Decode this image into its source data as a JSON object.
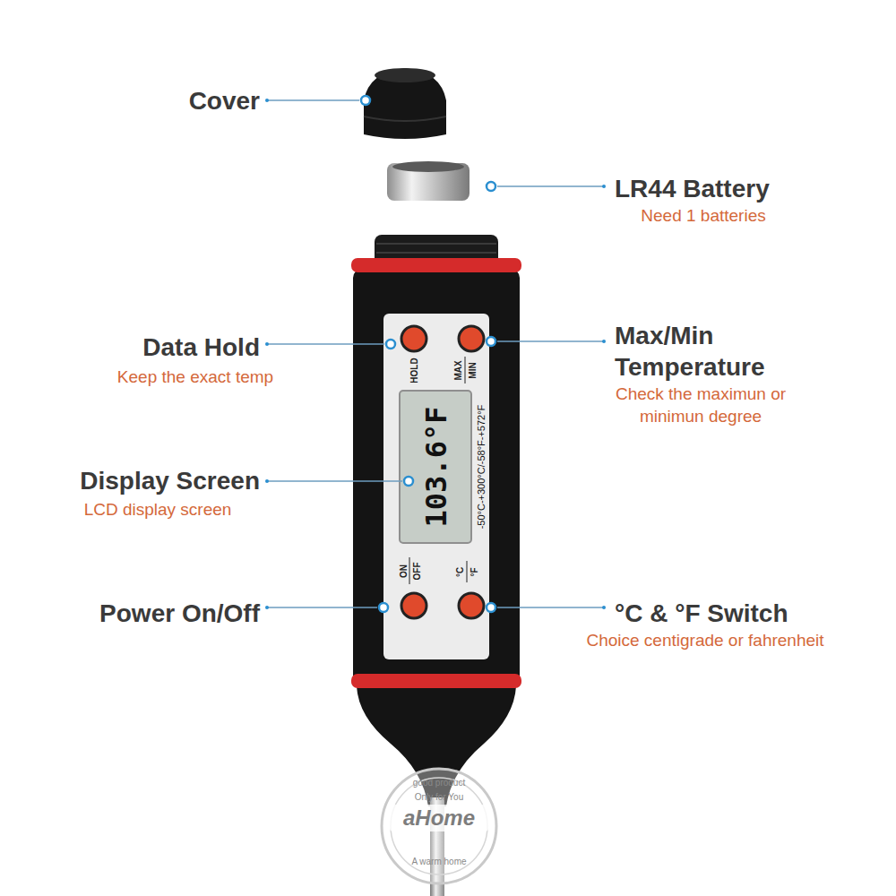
{
  "diagram": {
    "labels": [
      "Cover",
      "LR44 Battery",
      "Need 1 batteries",
      "Data Hold",
      "Keep the exact temp",
      "Max/Min Temperature",
      "Check the maximun or minimun degree",
      "Display Screen",
      "LCD display screen",
      "Power On/Off",
      "°C & °F Switch",
      "Choice centigrade or fahrenheit",
      "HOLD",
      "MAX",
      "MIN",
      "103.6°F",
      "-50°C-+300°C/-58°F-+572°F",
      "ON",
      "OFF",
      "°C",
      "°F",
      "good product",
      "Only for You",
      "aHome",
      "A warm home"
    ]
  }
}
